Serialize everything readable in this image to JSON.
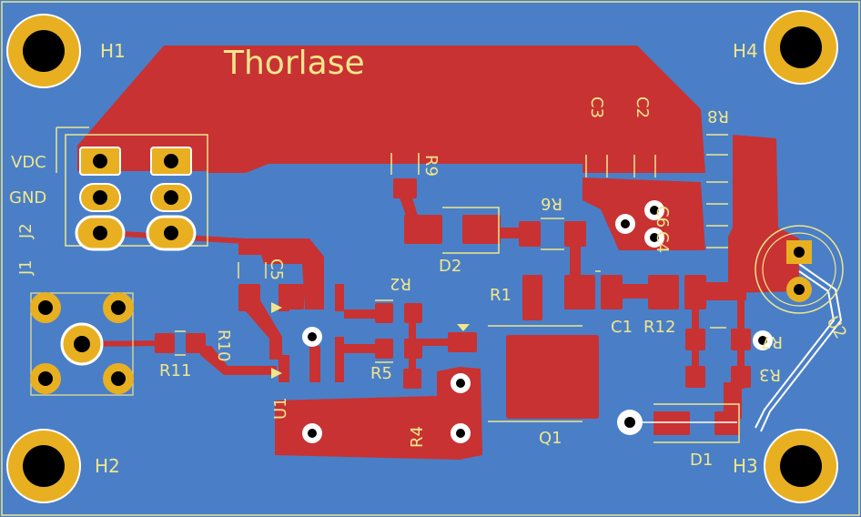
{
  "colors": {
    "board": "#4a7fc7",
    "copper": "#c83232",
    "silk": "#f0e68c",
    "pad_gold": "#e8b021",
    "hole": "#000000",
    "via": "#ffffff",
    "trace_white": "#ffffff"
  },
  "board_title": "Thorlase",
  "mounting_holes": {
    "h1": "H1",
    "h2": "H2",
    "h3": "H3",
    "h4": "H4"
  },
  "connector_labels": {
    "vdc": "VDC",
    "gnd": "GND",
    "j2": "J2",
    "j1": "J1"
  },
  "components": {
    "c2": "C2",
    "c3": "C3",
    "r8": "R8",
    "r9": "R9",
    "r6": "R6",
    "c6": "C6",
    "c4": "C4",
    "d2": "D2",
    "c5": "C5",
    "r2": "R2",
    "r1": "R1",
    "c1": "C1",
    "r12": "R12",
    "r7": "R7",
    "r10": "R10",
    "r11": "R11",
    "r5": "R5",
    "r3": "R3",
    "u1": "U1",
    "r4": "R4",
    "q1": "Q1",
    "d1": "D1",
    "u2": "U2"
  }
}
